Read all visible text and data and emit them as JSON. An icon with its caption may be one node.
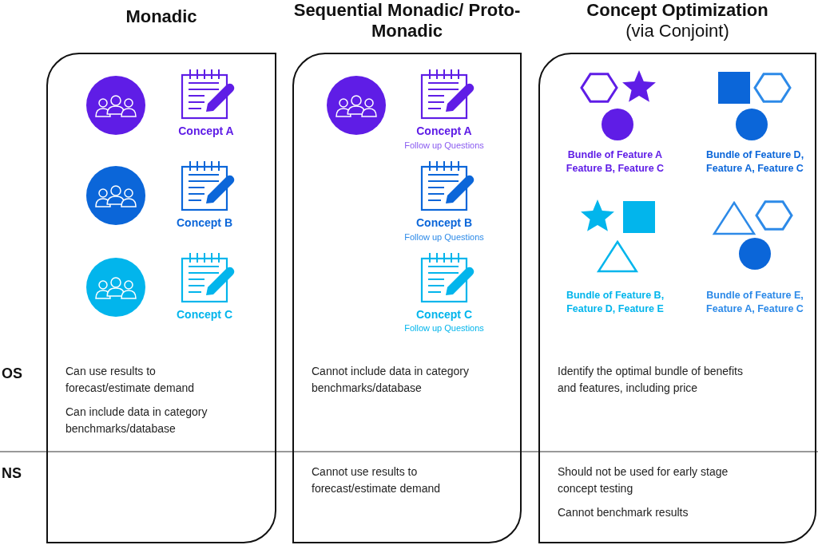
{
  "diagram": {
    "nodes": [
      {
        "text": [
          "Monadic"
        ]
      },
      {
        "text": [
          "Sequential Monadic/ Proto-Monadic"
        ]
      },
      {
        "text": [
          "Concept Optimization",
          "(via Conjoint)"
        ]
      }
    ],
    "labels": [
      "Concept A",
      "Concept A",
      "Follow up Questions",
      "Bundle of Feature A Feature B, Feature C",
      "Bundle of Feature D, Feature A, Feature C",
      "Concept B",
      "Concept B",
      "Follow up Questions",
      "Bundle of Feature B, Feature D, Feature E",
      "Bundle of Feature E, Feature A, Feature C",
      "Concept C",
      "Concept C",
      "Follow up Questions",
      "OS",
      "Can use results to forecast/estimate demand",
      "Cannot include data in category benchmarks/database",
      "Identify the optimal bundle of benefits and features, including price",
      "Can include data in category benchmarks/database",
      "NS",
      "Cannot use results to forecast/estimate demand",
      "Should not be used for early stage concept testing",
      "Cannot benchmark results"
    ]
  }
}
